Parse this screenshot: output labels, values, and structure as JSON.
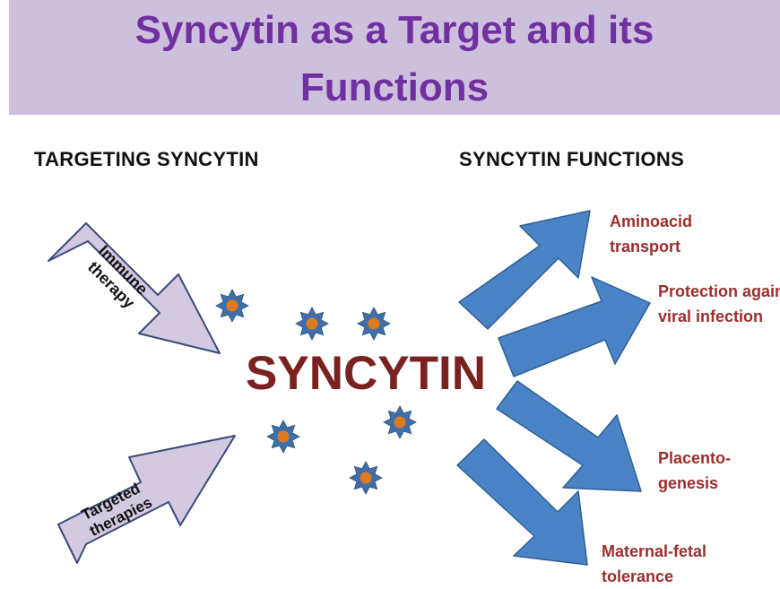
{
  "title": {
    "line1": "Syncytin as a Target and its",
    "line2": "Functions"
  },
  "headers": {
    "left": "TARGETING SYNCYTIN",
    "right": "SYNCYTIN FUNCTIONS"
  },
  "center_label": "SYNCYTIN",
  "targeting": [
    {
      "line1": "Immune",
      "line2": "therapy"
    },
    {
      "line1": "Targeted",
      "line2": "therapies"
    }
  ],
  "functions": [
    {
      "line1": "Aminoacid",
      "line2": "transport"
    },
    {
      "line1": "Protection against",
      "line2": "viral infection"
    },
    {
      "line1": "Placento-",
      "line2": "genesis"
    },
    {
      "line1": "Maternal-fetal",
      "line2": "tolerance"
    }
  ],
  "colors": {
    "title_bg": "#cdc0dd",
    "title_text": "#7030a0",
    "center_text": "#7a2222",
    "function_text": "#9b2d2d",
    "in_arrow_fill": "#d3c9e0",
    "in_arrow_stroke": "#3a4a7a",
    "out_arrow_fill": "#4a84c6",
    "out_arrow_stroke": "#2f5e94",
    "star_fill": "#3f6ea8",
    "star_center": "#e07a1f"
  }
}
